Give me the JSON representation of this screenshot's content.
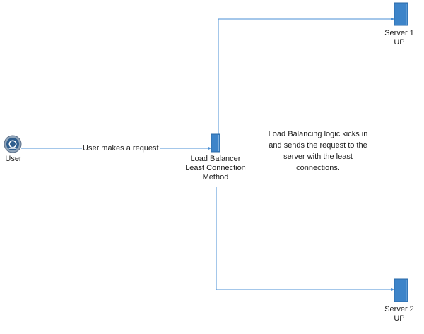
{
  "nodes": {
    "user": {
      "label": "User"
    },
    "load_balancer": {
      "label_lines": [
        "Load Balancer",
        "Least Connection",
        "Method"
      ]
    },
    "server1": {
      "label_lines": [
        "Server 1",
        "UP"
      ]
    },
    "server2": {
      "label_lines": [
        "Server 2",
        "UP"
      ]
    }
  },
  "edges": {
    "user_to_lb": {
      "label": "User makes a request"
    }
  },
  "note": {
    "text": "Load Balancing logic kicks in and sends the request to the server with the least connections."
  },
  "colors": {
    "connector": "#4a8fd4",
    "server_fill": "#3d84c9",
    "server_edge": "#2a6aa8",
    "user_ring": "#6a7f96",
    "user_core": "#2f5e8e"
  },
  "icons": {
    "user": "user-circle-icon",
    "server": "server-rack-icon"
  }
}
